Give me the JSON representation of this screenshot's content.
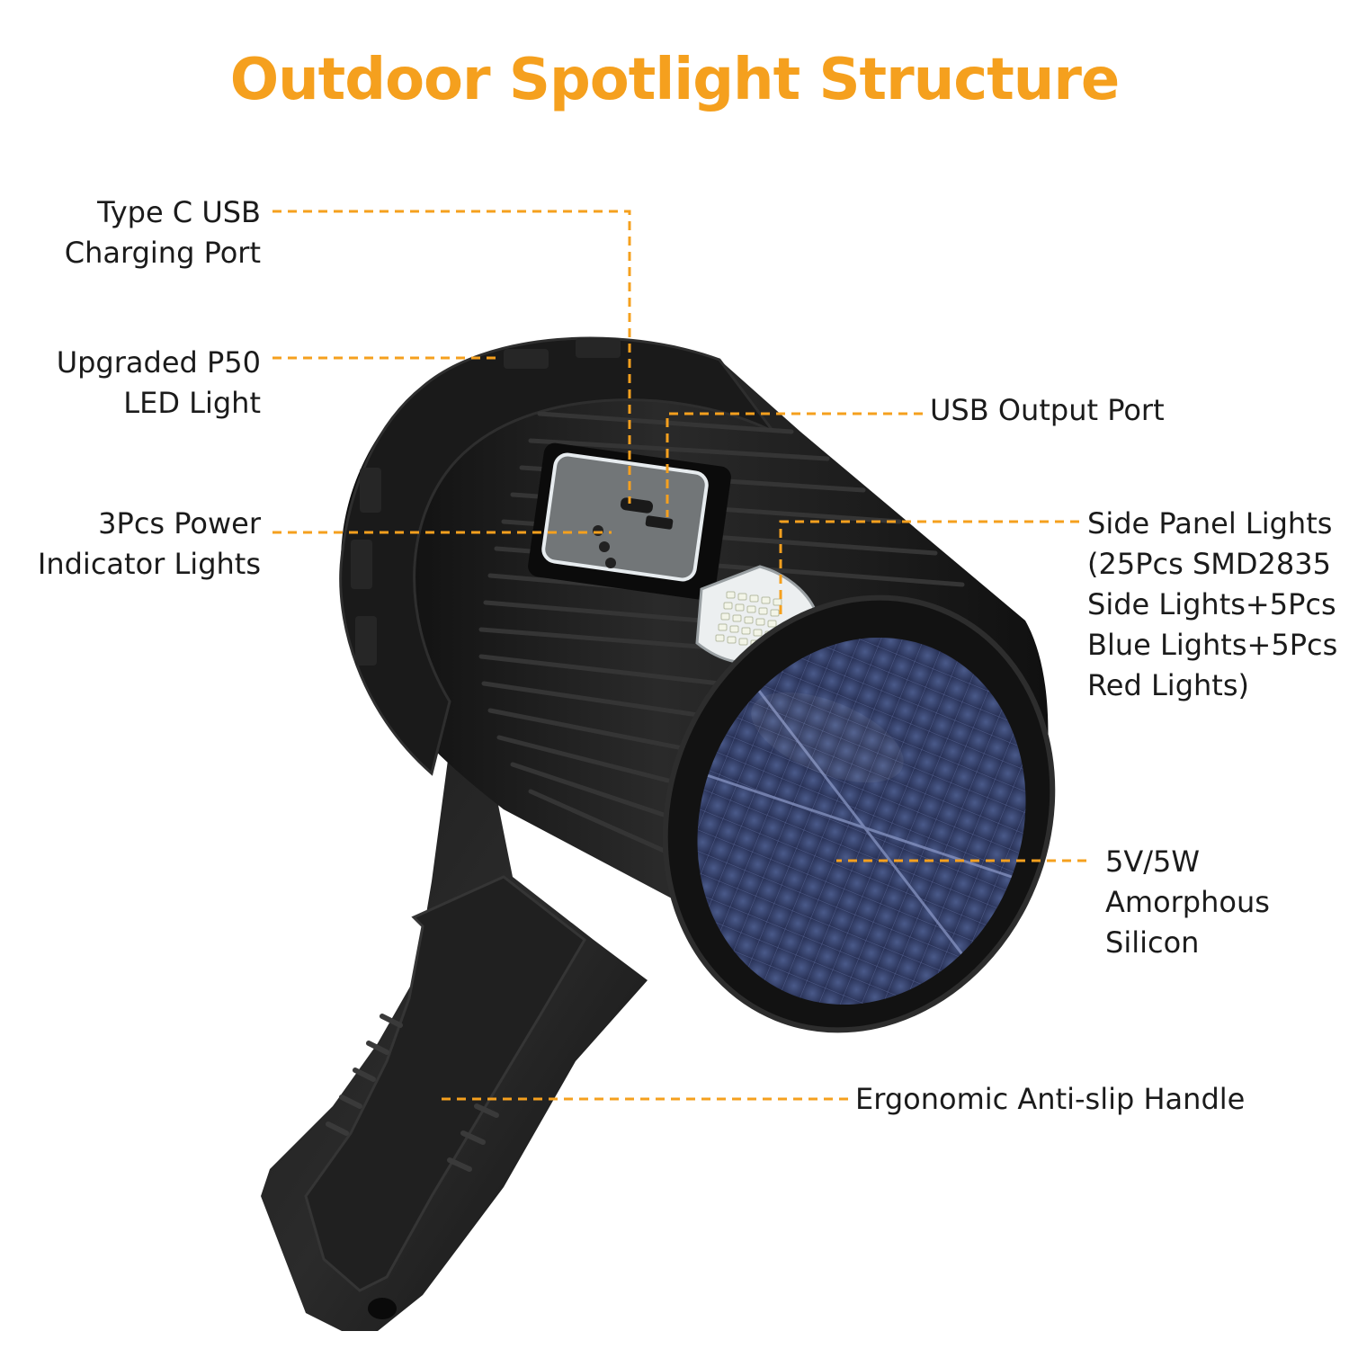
{
  "title": "Outdoor Spotlight Structure",
  "colors": {
    "accent": "#f5a01e",
    "text": "#1b1b1b",
    "body": "#151515",
    "solar": "#3a4a78"
  },
  "labels": {
    "type_c": "Type C USB\nCharging Port",
    "p50": "Upgraded P50\nLED Light",
    "indicator": "3Pcs Power\nIndicator Lights",
    "usb_output": "USB Output Port",
    "side_panel": "Side Panel Lights\n(25Pcs SMD2835\nSide Lights+5Pcs\nBlue Lights+5Pcs\nRed Lights)",
    "solar": "5V/5W\nAmorphous\nSilicon",
    "handle": "Ergonomic Anti-slip Handle"
  }
}
